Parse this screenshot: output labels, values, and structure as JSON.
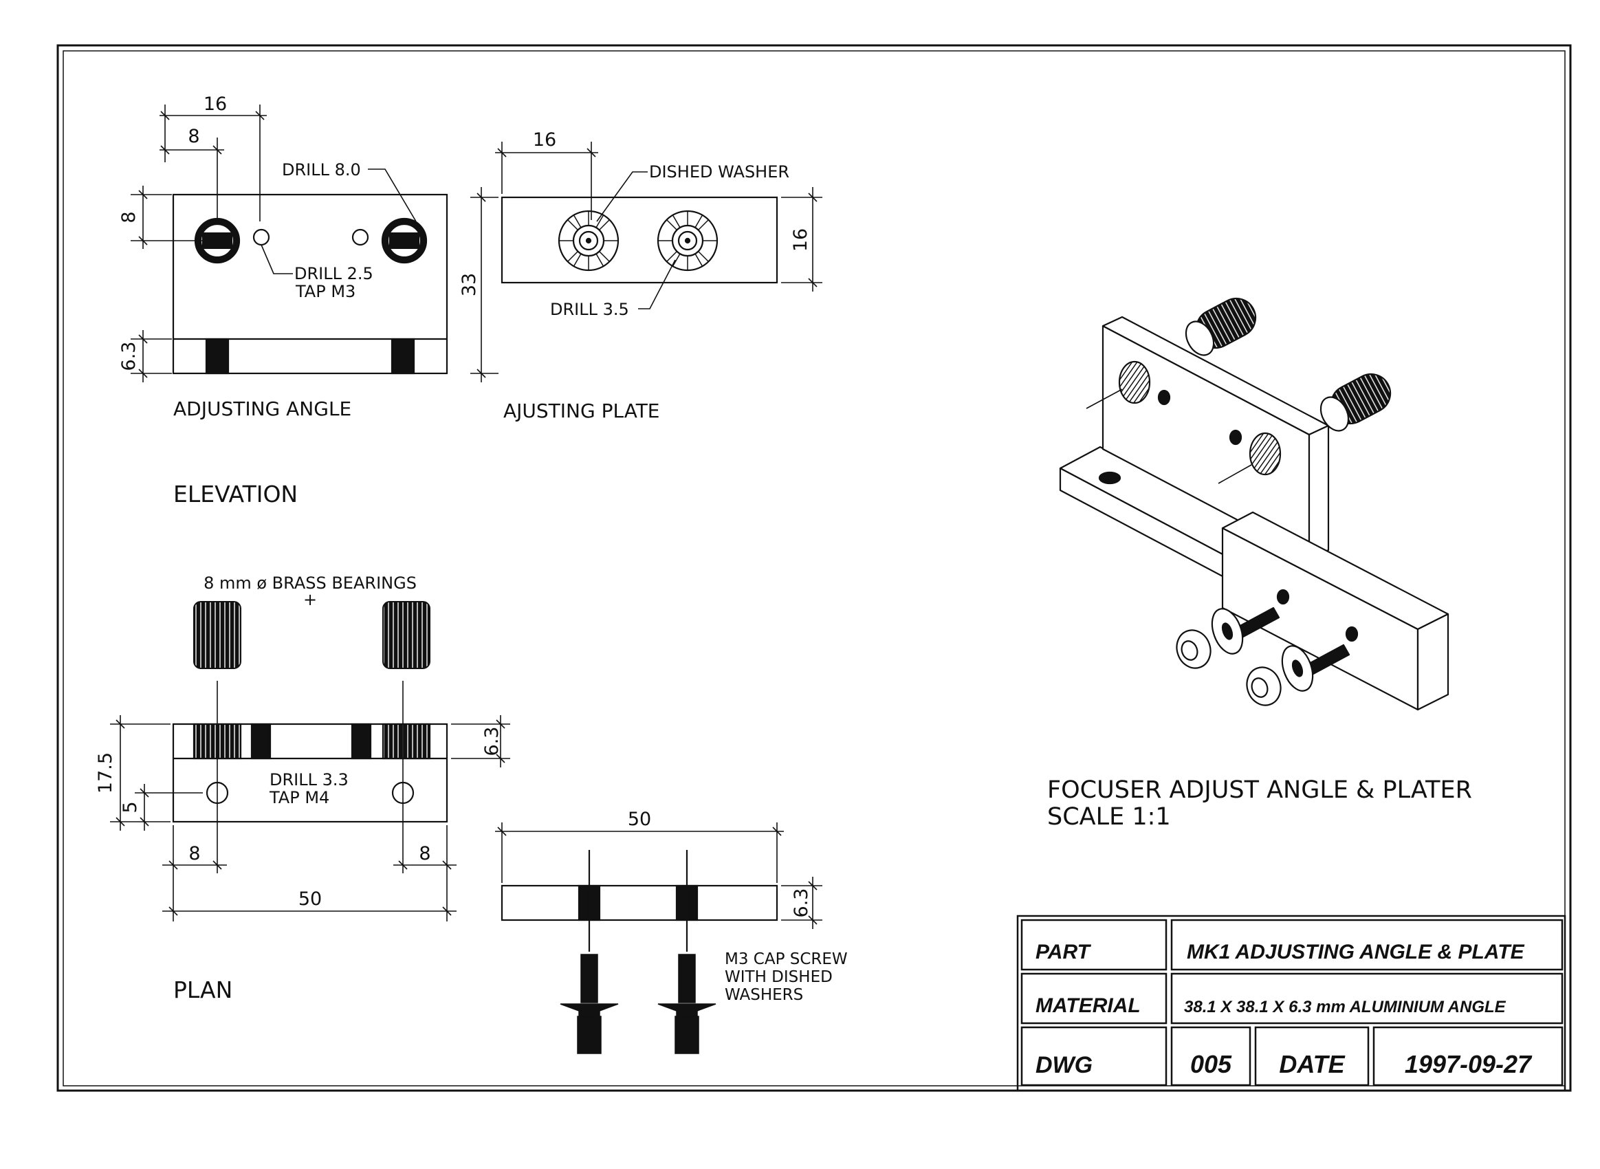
{
  "elevation": {
    "title": "ELEVATION",
    "angle": {
      "caption": "ADJUSTING ANGLE",
      "dim_16": "16",
      "dim_8_top": "8",
      "dim_8_side": "8",
      "dim_6_3": "6.3",
      "drill_8": "DRILL 8.0",
      "drill_2_5": "DRILL 2.5",
      "tap_m3": "TAP M3"
    },
    "plate": {
      "caption": "AJUSTING PLATE",
      "dim_16_top": "16",
      "dim_16_side": "16",
      "dim_33": "33",
      "dished_washer": "DISHED WASHER",
      "drill_3_5": "DRILL 3.5"
    }
  },
  "plan": {
    "title": "PLAN",
    "bearings_line1": "8 mm ø BRASS BEARINGS",
    "bearings_line2": "+",
    "drill_3_3": "DRILL 3.3",
    "tap_m4": "TAP M4",
    "dim_17_5": "17.5",
    "dim_5": "5",
    "dim_6_3": "6.3",
    "dim_8_left": "8",
    "dim_8_right": "8",
    "dim_50": "50",
    "plate_dim_50": "50",
    "plate_dim_6_3": "6.3",
    "screw_line1": "M3 CAP SCREW",
    "screw_line2": "WITH DISHED",
    "screw_line3": "WASHERS"
  },
  "iso": {
    "title_line1": "FOCUSER ADJUST ANGLE & PLATER",
    "title_line2": "SCALE 1:1"
  },
  "title_block": {
    "part_label": "PART",
    "part_value": "MK1  ADJUSTING ANGLE & PLATE",
    "material_label": "MATERIAL",
    "material_value": "38.1 X 38.1 X 6.3 mm ALUMINIUM ANGLE",
    "dwg_label": "DWG",
    "dwg_value": "005",
    "date_label": "DATE",
    "date_value": "1997-09-27"
  },
  "colors": {
    "ink": "#111111",
    "paper": "#ffffff"
  }
}
